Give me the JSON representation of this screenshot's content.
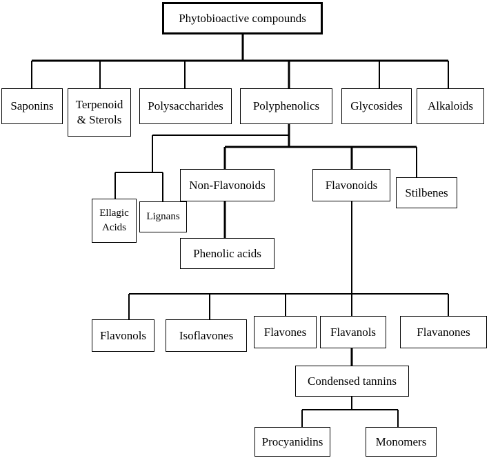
{
  "nodes": {
    "root": "Phytobioactive compounds",
    "saponins": "Saponins",
    "terpenoid": "Terpenoid\n& Sterols",
    "polysaccharides": "Polysaccharides",
    "polyphenolics": "Polyphenolics",
    "glycosides": "Glycosides",
    "alkaloids": "Alkaloids",
    "non_flavonoids": "Non-Flavonoids",
    "flavonoids": "Flavonoids",
    "stilbenes": "Stilbenes",
    "ellagic_acids": "Ellagic\nAcids",
    "lignans": "Lignans",
    "phenolic_acids": "Phenolic acids",
    "flavonols": "Flavonols",
    "isoflavones": "Isoflavones",
    "flavones": "Flavones",
    "flavanols": "Flavanols",
    "flavanones": "Flavanones",
    "condensed_tannins": "Condensed tannins",
    "procyanidins": "Procyanidins",
    "monomers": "Monomers"
  }
}
